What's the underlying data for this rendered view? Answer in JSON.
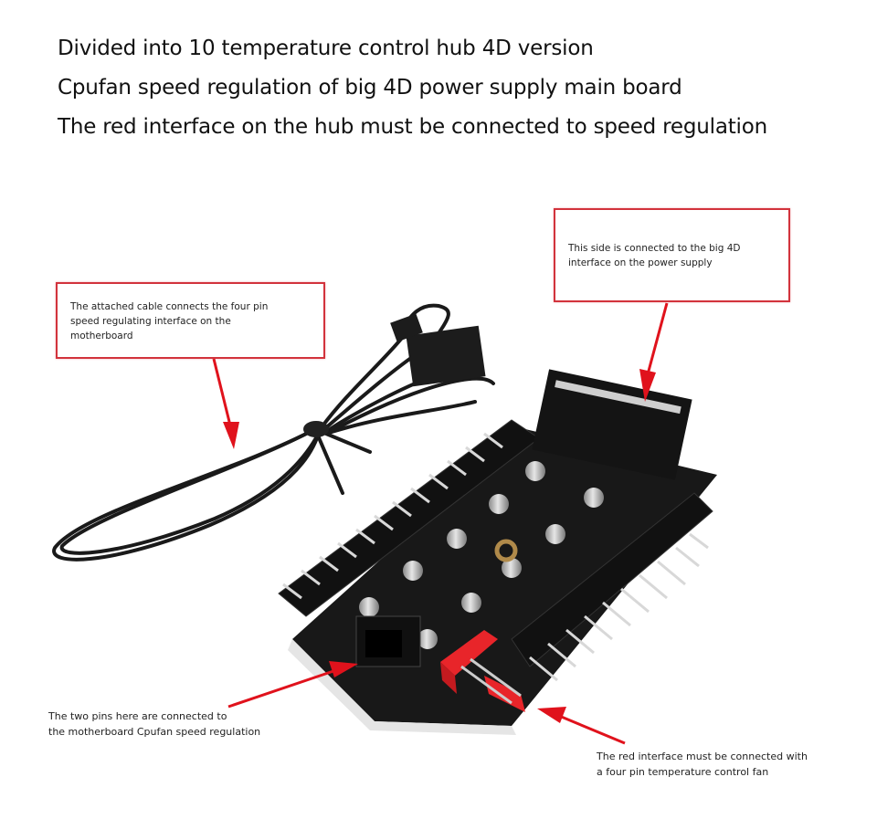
{
  "headings": [
    "Divided into 10 temperature control hub 4D version",
    "Cpufan speed regulation of big 4D power supply main board",
    "The red interface on the hub must be connected to speed regulation"
  ],
  "callouts": {
    "power_supply": {
      "lines": [
        "This side is connected to the big 4D",
        "interface on the power supply"
      ]
    },
    "cable": {
      "lines": [
        "The attached cable connects the four pin",
        "speed regulating interface on the",
        "motherboard"
      ]
    },
    "two_pins": {
      "lines": [
        "The two pins here are connected to",
        "the motherboard Cpufan speed regulation"
      ]
    },
    "red_interface": {
      "lines": [
        "The red interface must be connected with",
        "a four pin temperature control fan"
      ]
    }
  },
  "colors": {
    "annotation_red": "#e0121c",
    "box_border": "#d2333c",
    "pcb": "#141414",
    "red_header": "#e8252a"
  }
}
